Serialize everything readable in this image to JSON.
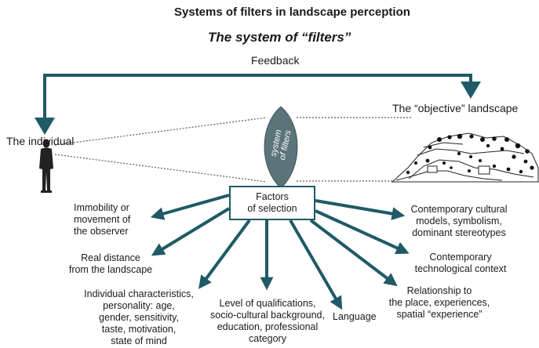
{
  "title": "Systems of filters in landscape perception",
  "subtitle": "The system of “filters”",
  "feedback_label": "Feedback",
  "individual_label": "The individual",
  "objective_label": "The “objective” landscape",
  "filter_label_line1": "system",
  "filter_label_line2": "of filters",
  "center_box": "Factors\nof selection",
  "factors": {
    "immobility": "Immobility or\nmovement of\nthe observer",
    "distance": "Real distance\nfrom the landscape",
    "individual": "Individual characteristics,\npersonality: age,\ngender, sensitivity,\ntaste, motivation,\nstate of mind",
    "qualifications": "Level of qualifications,\nsocio-cultural background,\neducation, professional\ncategory",
    "language": "Language",
    "relationship": "Relationship to\nthe place, experiences,\nspatial “experience”",
    "technological": "Contemporary\ntechnological context",
    "cultural": "Contemporary cultural\nmodels, symbolism,\ndominant stereotypes"
  },
  "colors": {
    "arrow": "#1f5a66",
    "lens": "#5b7479",
    "person": "#222222"
  },
  "icons": {
    "person": "person-silhouette-icon",
    "landscape": "landscape-sketch-icon"
  }
}
